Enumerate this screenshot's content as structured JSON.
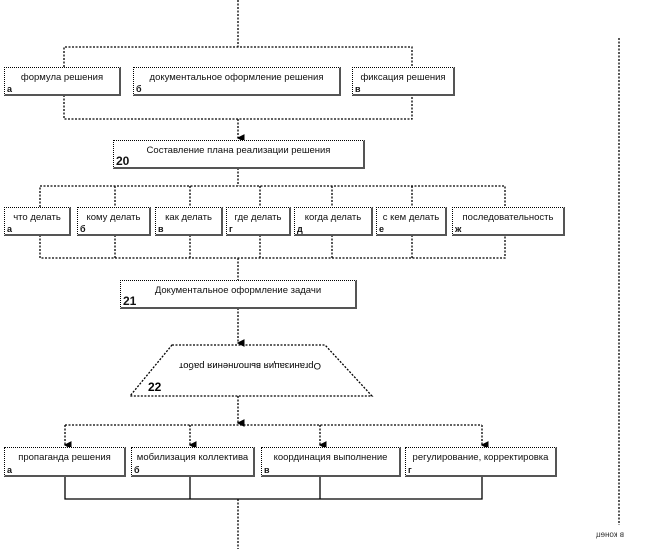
{
  "row1": [
    {
      "letter": "а",
      "label": "формула решения"
    },
    {
      "letter": "б",
      "label": "документальное оформление решения"
    },
    {
      "letter": "в",
      "label": "фиксация решения"
    }
  ],
  "step20": {
    "number": "20",
    "label": "Составление плана реализации решения"
  },
  "row2": [
    {
      "letter": "а",
      "label": "что делать"
    },
    {
      "letter": "б",
      "label": "кому делать"
    },
    {
      "letter": "в",
      "label": "как делать"
    },
    {
      "letter": "г",
      "label": "где делать"
    },
    {
      "letter": "д",
      "label": "когда делать"
    },
    {
      "letter": "е",
      "label": "с кем делать"
    },
    {
      "letter": "ж",
      "label": "последовательность"
    }
  ],
  "step21": {
    "number": "21",
    "label": "Документальное оформление задачи"
  },
  "step22": {
    "number": "22",
    "label": "Организация выполнения работ"
  },
  "row3": [
    {
      "letter": "а",
      "label": "пропаганда  решения"
    },
    {
      "letter": "б",
      "label": "мобилизация коллектива"
    },
    {
      "letter": "в",
      "label": "координация выполнение"
    },
    {
      "letter": "г",
      "label": "регулирование, корректировка"
    }
  ],
  "end_label": "в конец"
}
